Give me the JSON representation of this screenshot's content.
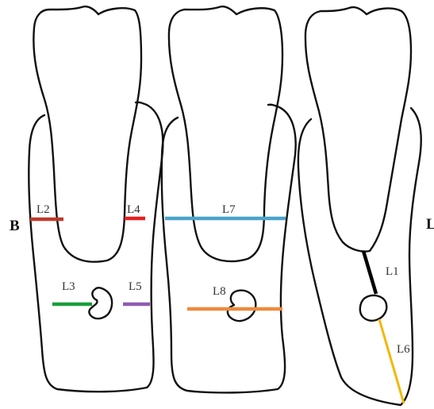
{
  "side_labels": {
    "left": "B",
    "right": "L"
  },
  "measurements": [
    {
      "id": "L1",
      "label": "L1",
      "color": "#000000"
    },
    {
      "id": "L2",
      "label": "L2",
      "color": "#c0392b"
    },
    {
      "id": "L3",
      "label": "L3",
      "color": "#1a9e3a"
    },
    {
      "id": "L4",
      "label": "L4",
      "color": "#e62020"
    },
    {
      "id": "L5",
      "label": "L5",
      "color": "#8e5bb5"
    },
    {
      "id": "L6",
      "label": "L6",
      "color": "#f2b705"
    },
    {
      "id": "L7",
      "label": "L7",
      "color": "#4aa3c9"
    },
    {
      "id": "L8",
      "label": "L8",
      "color": "#ee8a3c"
    }
  ]
}
